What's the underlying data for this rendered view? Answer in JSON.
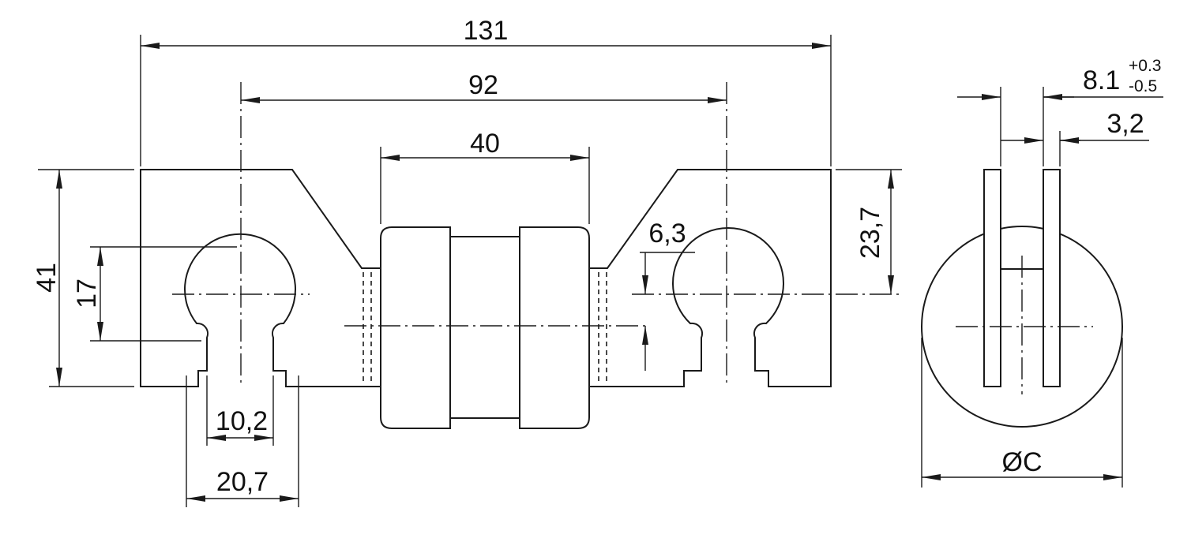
{
  "dimensions": {
    "overall_length": "131",
    "center_distance": "92",
    "body_length": "40",
    "height": "41",
    "slot_height": "17",
    "slot_width": "10,2",
    "slot_outer_width": "20,7",
    "offset": "6,3",
    "hole_height": "23,7",
    "blade_gap_nominal": "8.1",
    "blade_gap_tol_upper": "+0.3",
    "blade_gap_tol_lower": "-0.5",
    "blade_thickness": "3,2",
    "diameter": "ØC"
  },
  "colors": {
    "line": "#1a1a1a",
    "background": "#ffffff"
  }
}
